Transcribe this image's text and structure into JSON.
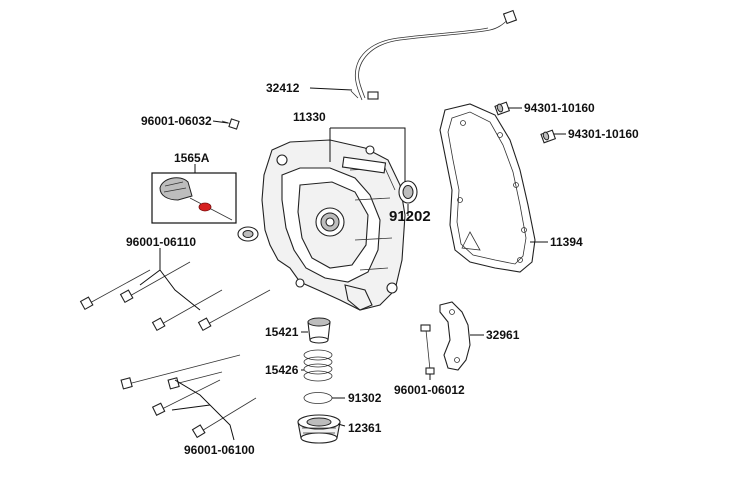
{
  "labels": {
    "p32412": "32412",
    "p11330": "11330",
    "p96001_06032": "96001-06032",
    "p1565A": "1565A",
    "p96001_06110": "96001-06110",
    "p91202": "91202",
    "p94301_10160_a": "94301-10160",
    "p94301_10160_b": "94301-10160",
    "p11394": "11394",
    "p15421": "15421",
    "p15426": "15426",
    "p91302": "91302",
    "p12361": "12361",
    "p32961": "32961",
    "p96001_06012": "96001-06012",
    "p96001_06100": "96001-06100"
  },
  "colors": {
    "line": "#111111",
    "fill_light": "#f2f2f2",
    "fill_dark": "#bdbdbd",
    "accent_red": "#d62020"
  }
}
